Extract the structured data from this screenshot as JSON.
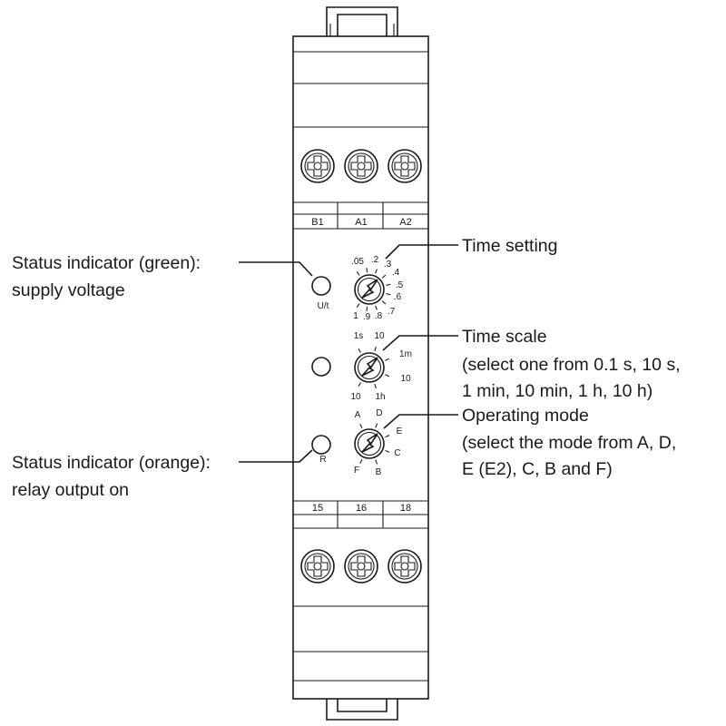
{
  "terminals_top": [
    "B1",
    "A1",
    "A2"
  ],
  "terminals_bottom": [
    "15",
    "16",
    "18"
  ],
  "leds": {
    "supply_label": "U/t",
    "relay_label": "R"
  },
  "dials": {
    "time_setting": [
      ".05",
      ".2",
      ".3",
      ".4",
      ".5",
      ".6",
      ".7",
      ".8",
      ".9",
      "1"
    ],
    "time_scale": [
      "1s",
      "10",
      "1m",
      "10",
      "1h",
      "10"
    ],
    "operating_mode": [
      "A",
      "D",
      "E",
      "C",
      "B",
      "F"
    ]
  },
  "annotations": {
    "status_green": [
      "Status indicator (green):",
      "supply voltage"
    ],
    "status_orange": [
      "Status indicator (orange):",
      "relay output on"
    ],
    "time_setting": [
      "Time setting"
    ],
    "time_scale": [
      "Time scale",
      "(select one from 0.1 s, 10 s,",
      "1 min, 10 min, 1 h, 10 h)"
    ],
    "operating_mode": [
      "Operating mode",
      "(select the mode from A, D,",
      "E (E2), C, B and F)"
    ]
  }
}
